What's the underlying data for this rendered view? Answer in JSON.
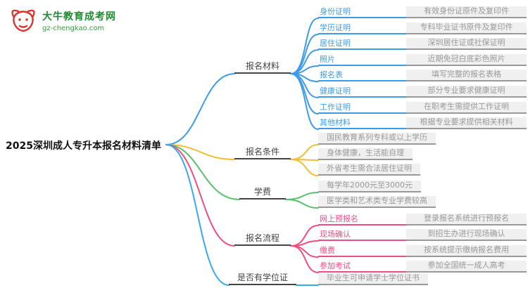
{
  "logo": {
    "site_name": "大牛教育成考网",
    "site_url": "gz-chengkao.com"
  },
  "root": {
    "title": "2025深圳成人专升本报名材料清单"
  },
  "colors": {
    "materials_blue": "#3D9BE9",
    "conditions_yellow": "#F2BE35",
    "tuition_green": "#57C16E",
    "process_pink": "#F04E81",
    "degree_blue": "#38A8F0",
    "desc_background": "#f0f0f0",
    "desc_text": "#999999",
    "logo_green": "#1f8a2f",
    "logo_red": "#d9342b"
  },
  "branches": [
    {
      "label": "报名材料",
      "color": "#3D9BE9",
      "items": [
        {
          "label": "身份证明",
          "desc": "有效身份证原件及复印件"
        },
        {
          "label": "学历证明",
          "desc": "专科毕业证书原件及复印件"
        },
        {
          "label": "居住证明",
          "desc": "深圳居住证或社保证明"
        },
        {
          "label": "照片",
          "desc": "近期免冠白底彩色照片"
        },
        {
          "label": "报名表",
          "desc": "填写完整的报名表格"
        },
        {
          "label": "健康证明",
          "desc": "部分专业要求健康证明"
        },
        {
          "label": "工作证明",
          "desc": "在职考生需提供工作证明"
        },
        {
          "label": "其他材料",
          "desc": "根据专业要求提供相关材料"
        }
      ]
    },
    {
      "label": "报名条件",
      "color": "#F2BE35",
      "items": [
        {
          "desc": "国民教育系列专科或以上学历"
        },
        {
          "desc": "身体健康，生活能自理"
        },
        {
          "desc": "外省考生需合法居住证明"
        }
      ]
    },
    {
      "label": "学费",
      "color": "#57C16E",
      "items": [
        {
          "desc": "每学年2000元至3000元"
        },
        {
          "desc": "医学类和艺术类专业学费较高"
        }
      ]
    },
    {
      "label": "报名流程",
      "color": "#F04E81",
      "items": [
        {
          "label": "网上预报名",
          "desc": "登录报名系统进行预报名"
        },
        {
          "label": "现场确认",
          "desc": "到招生办进行现场确认"
        },
        {
          "label": "缴费",
          "desc": "按系统提示缴纳报名费用"
        },
        {
          "label": "参加考试",
          "desc": "参加全国统一成人高考"
        }
      ]
    },
    {
      "label": "是否有学位证",
      "color": "#38A8F0",
      "items": [
        {
          "desc": "毕业生可申请学士学位证书"
        }
      ]
    }
  ]
}
